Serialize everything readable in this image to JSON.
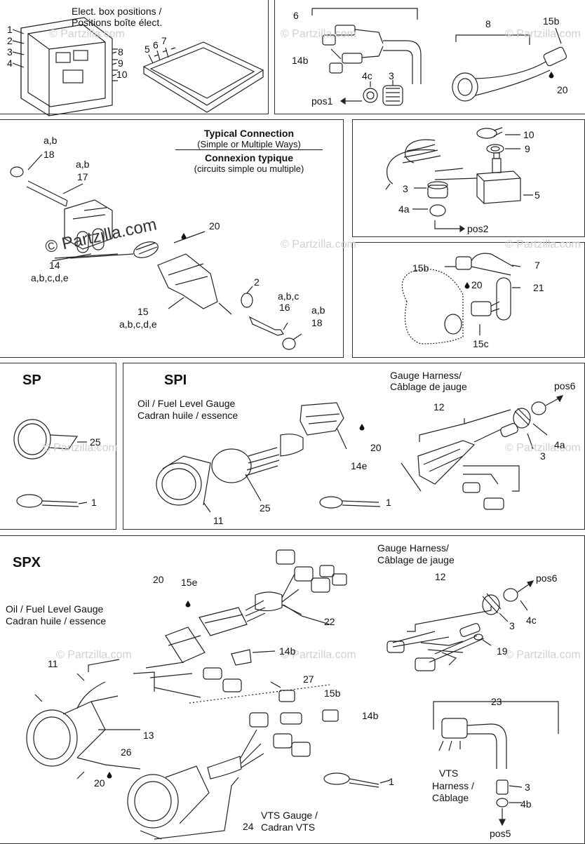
{
  "watermark": {
    "text": "© Partzilla.com"
  },
  "colors": {
    "line": "#222222",
    "frame": "#333333",
    "watermark": "#d0d0d0"
  },
  "panel_elect_box": {
    "title_line1": "Elect. box positions /",
    "title_line2": "Positions boîte élect.",
    "left_numbers": [
      "1",
      "2",
      "3",
      "4"
    ],
    "right_numbers": [
      "8",
      "9",
      "10"
    ],
    "top_numbers": [
      "5",
      "6",
      "7"
    ]
  },
  "panel_connectors_top": {
    "labels": {
      "n6": "6",
      "n14b": "14b",
      "n4c": "4c",
      "n3": "3",
      "pos1": "pos1"
    }
  },
  "panel_harness_8": {
    "labels": {
      "n8": "8",
      "n15b": "15b",
      "n20": "20"
    }
  },
  "panel_typical_connection": {
    "title_en": "Typical Connection",
    "sub_en": "(Simple or Multiple Ways)",
    "title_fr": "Connexion typique",
    "sub_fr": "(circuits simple ou multiple)",
    "labels": {
      "ab1": "a,b",
      "n18a": "18",
      "ab2": "a,b",
      "n17": "17",
      "n20": "20",
      "n14": "14",
      "abcde1": "a,b,c,d,e",
      "n2": "2",
      "abc": "a,b,c",
      "n16": "16",
      "n15": "15",
      "abcde2": "a,b,c,d,e",
      "ab3": "a,b",
      "n18b": "18"
    }
  },
  "panel_switch": {
    "labels": {
      "n10": "10",
      "n9": "9",
      "n3": "3",
      "n5": "5",
      "n4a": "4a",
      "pos2": "pos2"
    }
  },
  "panel_connector_15": {
    "labels": {
      "n15b": "15b",
      "n7": "7",
      "n20": "20",
      "n21": "21",
      "n15c": "15c"
    }
  },
  "panel_sp": {
    "heading": "SP",
    "labels": {
      "n25": "25",
      "n1": "1"
    }
  },
  "panel_spi": {
    "heading": "SPI",
    "gauge_title_line1": "Oil / Fuel Level Gauge",
    "gauge_title_line2": "Cadran huile / essence",
    "harness_title_line1": "Gauge Harness/",
    "harness_title_line2": "Câblage de jauge",
    "labels": {
      "pos6": "pos6",
      "n12": "12",
      "n4a": "4a",
      "n3": "3",
      "n20": "20",
      "n14e": "14e",
      "n25": "25",
      "n11": "11",
      "n1": "1"
    }
  },
  "panel_spx": {
    "heading": "SPX",
    "gauge_title_line1": "Oil / Fuel Level Gauge",
    "gauge_title_line2": "Cadran huile / essence",
    "harness_title_line1": "Gauge Harness/",
    "harness_title_line2": "Câblage de jauge",
    "vts_line1": "VTS",
    "vts_line2": "Harness /",
    "vts_line3": "Câblage",
    "vts_gauge_line1": "VTS Gauge /",
    "vts_gauge_line2": "Cadran VTS",
    "labels": {
      "n20a": "20",
      "n15e": "15e",
      "n22": "22",
      "n11": "11",
      "n14b_a": "14b",
      "n27": "27",
      "n15b": "15b",
      "n14b_b": "14b",
      "n13": "13",
      "n26": "26",
      "n20b": "20",
      "n24": "24",
      "n1": "1",
      "n12": "12",
      "pos6": "pos6",
      "n3a": "3",
      "n4c": "4c",
      "n19": "19",
      "n23": "23",
      "n3b": "3",
      "n4b": "4b",
      "pos5": "pos5"
    }
  }
}
